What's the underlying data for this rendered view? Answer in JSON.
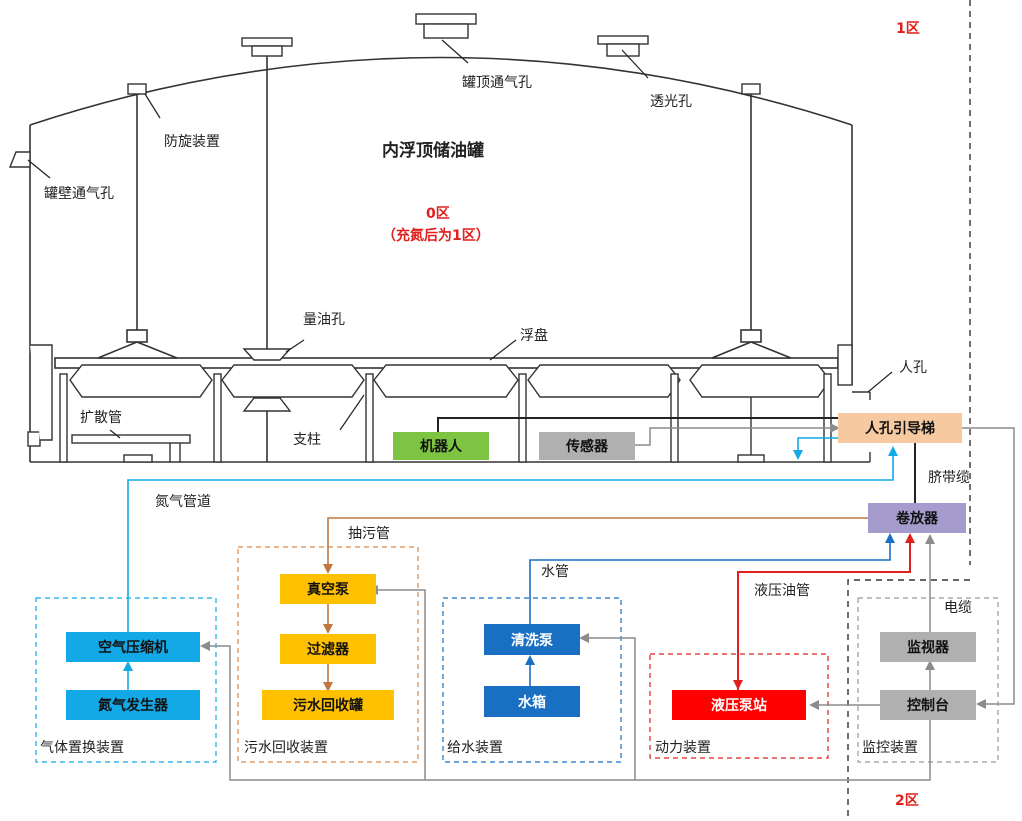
{
  "tank": {
    "title": "内浮顶储油罐",
    "zone0": "0区",
    "zone0_note": "（充氮后为1区）",
    "parts": {
      "roof_vent": "罐顶通气孔",
      "skylight": "透光孔",
      "anti_rotation": "防旋装置",
      "wall_vent": "罐壁通气孔",
      "gauge_hole": "量油孔",
      "floating_disc": "浮盘",
      "manhole": "人孔",
      "diffuser": "扩散管",
      "pillar": "支柱"
    }
  },
  "zones": {
    "zone1": "1区",
    "zone2": "2区"
  },
  "devices": {
    "robot": "机器人",
    "sensor": "传感器",
    "manhole_ladder": "人孔引导梯",
    "reel": "卷放器",
    "air_compressor": "空气压缩机",
    "nitrogen_generator": "氮气发生器",
    "vacuum_pump": "真空泵",
    "filter": "过滤器",
    "sewage_tank": "污水回收罐",
    "cleaning_pump": "清洗泵",
    "water_tank": "水箱",
    "hydraulic_station": "液压泵站",
    "monitor": "监视器",
    "console": "控制台"
  },
  "pipes": {
    "nitrogen_pipe": "氮气管道",
    "sewage_pipe": "抽污管",
    "water_pipe": "水管",
    "hydraulic_pipe": "液压油管",
    "umbilical": "脐带缆",
    "cable": "电缆"
  },
  "groups": {
    "gas_replacement": "气体置换装置",
    "sewage_recovery": "污水回收装置",
    "water_supply": "给水装置",
    "power": "动力装置",
    "monitoring": "监控装置"
  },
  "colors": {
    "green": "#7cc442",
    "gray": "#b0b0b0",
    "peach": "#f6c9a0",
    "lavender": "#a59ccd",
    "cyan": "#12a9e6",
    "orange": "#ffc000",
    "blue": "#1970c2",
    "red": "#ff0000",
    "nitrogen_line": "#12a9e6",
    "sewage_line": "#c07840",
    "water_line": "#1970c2",
    "hydraulic_line": "#e0201c",
    "cable_line": "#999999"
  }
}
